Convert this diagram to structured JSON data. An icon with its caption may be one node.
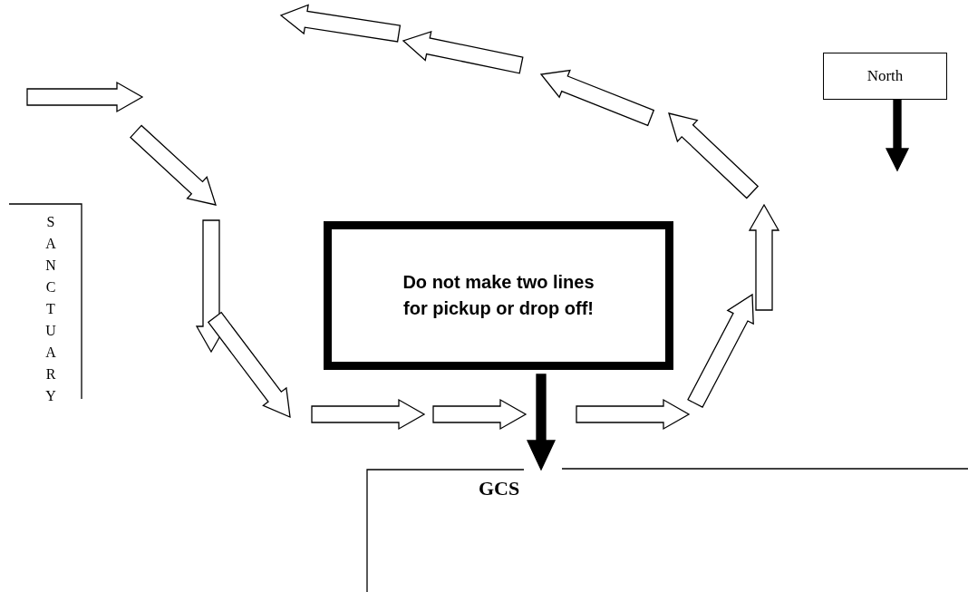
{
  "diagram": {
    "nodes": [
      {
        "text": [
          "North"
        ]
      },
      {
        "text": [
          "Do not make two lines for pickup or drop off!"
        ]
      }
    ],
    "labels": [
      "SANCTUARY",
      "GCS"
    ]
  }
}
